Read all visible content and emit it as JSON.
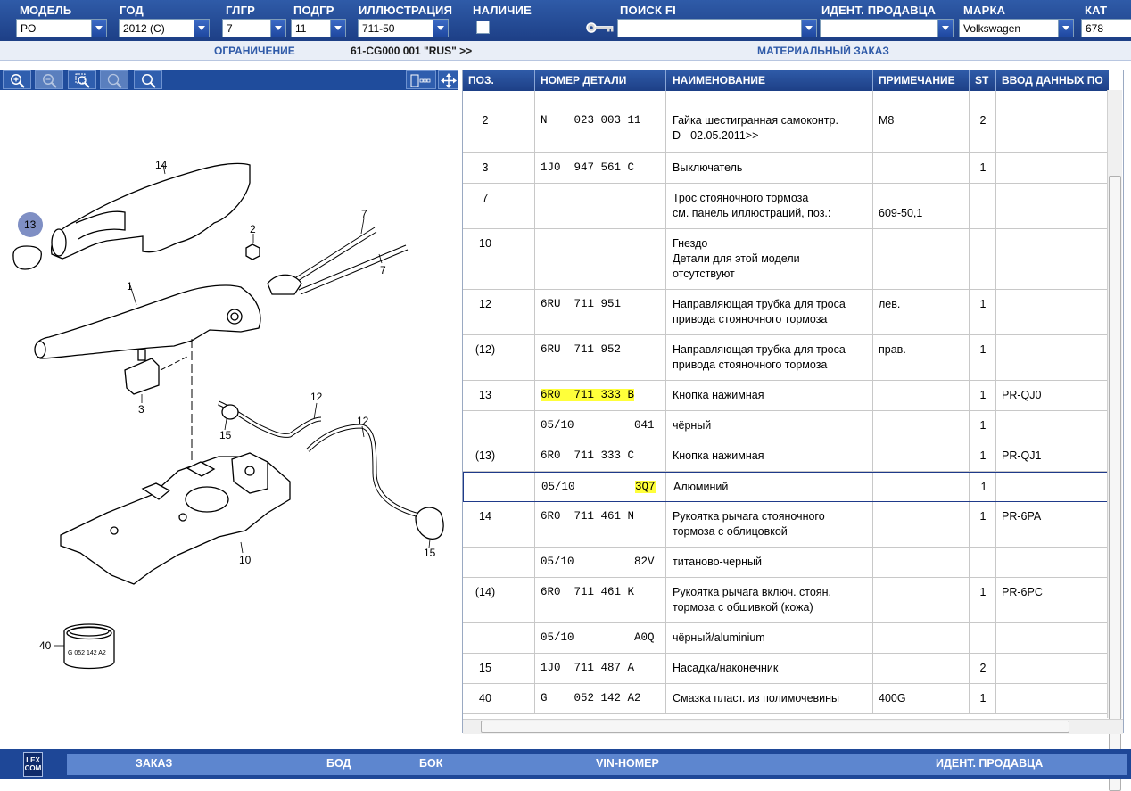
{
  "filters": {
    "model": {
      "label": "МОДЕЛЬ",
      "value": "PO"
    },
    "year": {
      "label": "ГОД",
      "value": "2012 (C)"
    },
    "glgr": {
      "label": "ГЛГР",
      "value": "7"
    },
    "podgr": {
      "label": "ПОДГР",
      "value": "11"
    },
    "illustration": {
      "label": "ИЛЛЮСТРАЦИЯ",
      "value": "711-50"
    },
    "availability": {
      "label": "НАЛИЧИЕ"
    },
    "search": {
      "label": "ПОИСК FI",
      "value": ""
    },
    "seller": {
      "label": "ИДЕНТ. ПРОДАВЦА",
      "value": ""
    },
    "brand": {
      "label": "МАРКА",
      "value": "Volkswagen"
    },
    "cat": {
      "label": "КАТ",
      "value": "678"
    }
  },
  "row2": {
    "restriction": "ОГРАНИЧЕНИЕ",
    "restriction_value": "61-CG000 001 \"RUS\" >>",
    "material_order": "МАТЕРИАЛЬНЫЙ ЗАКАЗ"
  },
  "table": {
    "headers": {
      "pos": "ПОЗ.",
      "number": "НОМЕР ДЕТАЛИ",
      "name": "НАИМЕНОВАНИЕ",
      "note": "ПРИМЕЧАНИЕ",
      "st": "ST",
      "input": "ВВОД ДАННЫХ ПО"
    },
    "rows": [
      {
        "pos": "2",
        "number": "N    023 003 11",
        "name": "Гайка шестигранная самоконтр.\nD - 02.05.2011>>",
        "note": "M8",
        "st": "2",
        "input": ""
      },
      {
        "pos": "3",
        "number": "1J0  947 561 C",
        "name": "Выключатель",
        "note": "",
        "st": "1",
        "input": ""
      },
      {
        "pos": "7",
        "number": "",
        "name": "Трос стояночного тормоза\nсм. панель иллюстраций, поз.:",
        "note": "\n609-50,1",
        "st": "",
        "input": ""
      },
      {
        "pos": "10",
        "number": "",
        "name": "Гнездо\nДетали для этой модели\nотсутствуют",
        "note": "",
        "st": "",
        "input": ""
      },
      {
        "pos": "12",
        "number": "6RU  711 951",
        "name": "Направляющая трубка для троса\nпривода стояночного тормоза",
        "note": "лев.",
        "st": "1",
        "input": ""
      },
      {
        "pos": "(12)",
        "number": "6RU  711 952",
        "name": "Направляющая трубка для троса\nпривода стояночного тормоза",
        "note": "прав.",
        "st": "1",
        "input": ""
      },
      {
        "pos": "13",
        "number": "6R0  711 333 B",
        "name": "Кнопка нажимная",
        "note": "",
        "st": "1",
        "input": "PR-QJ0"
      },
      {
        "pos": "",
        "number": "05/10         041",
        "name": "чёрный",
        "note": "",
        "st": "1",
        "input": ""
      },
      {
        "pos": "(13)",
        "number": "6R0  711 333 C",
        "name": "Кнопка нажимная",
        "note": "",
        "st": "1",
        "input": "PR-QJ1"
      },
      {
        "pos": "",
        "number": "05/10         3Q7",
        "name": "Алюминий",
        "note": "",
        "st": "1",
        "input": ""
      },
      {
        "pos": "14",
        "number": "6R0  711 461 N",
        "name": "Рукоятка рычага стояночного\nтормоза с облицовкой",
        "note": "",
        "st": "1",
        "input": "PR-6PA"
      },
      {
        "pos": "",
        "number": "05/10         82V",
        "name": "титаново-черный",
        "note": "",
        "st": "",
        "input": ""
      },
      {
        "pos": "(14)",
        "number": "6R0  711 461 K",
        "name": "Рукоятка рычага включ. стоян.\nтормоза с обшивкой (кожа)",
        "note": "",
        "st": "1",
        "input": "PR-6PC"
      },
      {
        "pos": "",
        "number": "05/10         A0Q",
        "name": "чёрный/aluminium",
        "note": "",
        "st": "",
        "input": ""
      },
      {
        "pos": "15",
        "number": "1J0  711 487 A",
        "name": "Насадка/наконечник",
        "note": "",
        "st": "2",
        "input": ""
      },
      {
        "pos": "40",
        "number": "G    052 142 A2",
        "name": "Смазка пласт. из полимочевины",
        "note": "400G",
        "st": "1",
        "input": ""
      }
    ]
  },
  "illustration": {
    "callouts": [
      "14",
      "13",
      "2",
      "7",
      "7",
      "1",
      "3",
      "12",
      "15",
      "12",
      "10",
      "15",
      "40"
    ],
    "grease_label": "G 052 142 A2"
  },
  "bottom": {
    "logo": "LEX COM",
    "order": "ЗАКАЗ",
    "bod": "БОД",
    "bok": "БОК",
    "vin": "VIN-НОМЕР",
    "seller": "ИДЕНТ. ПРОДАВЦА"
  }
}
